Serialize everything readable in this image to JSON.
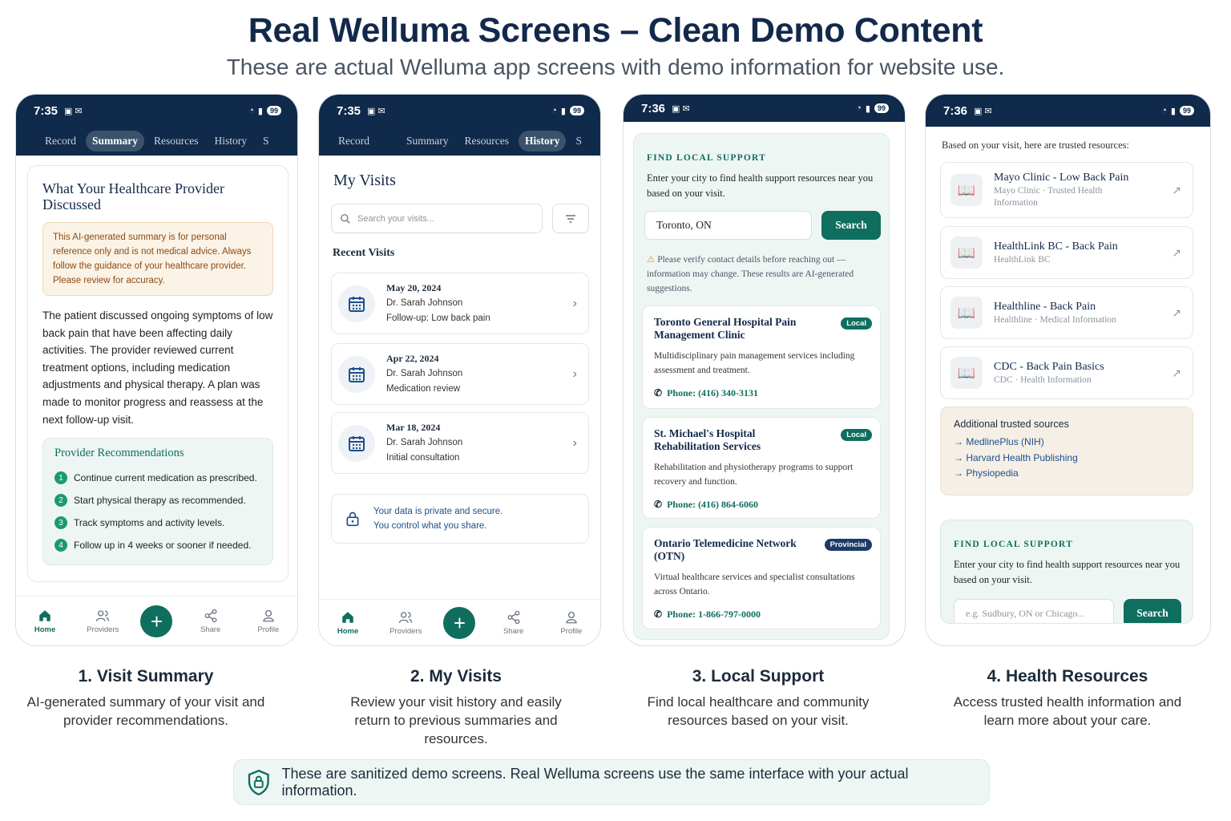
{
  "header": {
    "title": "Real Welluma Screens – Clean Demo Content",
    "subtitle": "These are actual Welluma app screens with demo information for website use."
  },
  "colors": {
    "navy": "#0f2a4a",
    "teal": "#0f6e5e",
    "accent_green": "#1c9a6e"
  },
  "phone1": {
    "time": "7:35",
    "battery": "99",
    "tabs": [
      "Record",
      "Summary",
      "Resources",
      "History",
      "S"
    ],
    "active_tab": "Summary",
    "card_title": "What Your Healthcare Provider Discussed",
    "disclaimer": "This AI-generated summary is for personal reference only and is not medical advice. Always follow the guidance of your healthcare provider. Please review for accuracy.",
    "summary": "The patient discussed ongoing symptoms of low back pain that have been affecting daily activities. The provider reviewed current treatment options, including medication adjustments and physical therapy. A plan was made to monitor progress and reassess at the next follow-up visit.",
    "recs_title": "Provider Recommendations",
    "recommendations": [
      "Continue current medication as prescribed.",
      "Start physical therapy as recommended.",
      "Track symptoms and activity levels.",
      "Follow up in 4 weeks or sooner if needed."
    ]
  },
  "nav": {
    "home": "Home",
    "providers": "Providers",
    "share": "Share",
    "profile": "Profile",
    "add": "+"
  },
  "phone2": {
    "time": "7:35",
    "battery": "99",
    "tabs": [
      "Record",
      "Summary",
      "Resources",
      "History",
      "S"
    ],
    "active_tab": "History",
    "title": "My Visits",
    "search_placeholder": "Search your visits...",
    "recent_label": "Recent Visits",
    "visits": [
      {
        "date": "May 20, 2024",
        "doctor": "Dr. Sarah Johnson",
        "reason": "Follow-up: Low back pain"
      },
      {
        "date": "Apr 22, 2024",
        "doctor": "Dr. Sarah Johnson",
        "reason": "Medication review"
      },
      {
        "date": "Mar 18, 2024",
        "doctor": "Dr. Sarah Johnson",
        "reason": "Initial consultation"
      }
    ],
    "privacy_line1": "Your data is private and secure.",
    "privacy_line2": "You control what you share."
  },
  "phone3": {
    "time": "7:36",
    "battery": "99",
    "section_label": "FIND LOCAL SUPPORT",
    "section_desc": "Enter your city to find health support resources near you based on your visit.",
    "city_value": "Toronto, ON",
    "search_label": "Search",
    "verify_note": "Please verify contact details before reaching out — information may change. These results are AI-generated suggestions.",
    "locations": [
      {
        "name": "Toronto General Hospital Pain Management Clinic",
        "badge": "Local",
        "desc": "Multidisciplinary pain management services including assessment and treatment.",
        "phone": "Phone: (416) 340-3131"
      },
      {
        "name": "St. Michael's Hospital Rehabilitation Services",
        "badge": "Local",
        "desc": "Rehabilitation and physiotherapy programs to support recovery and function.",
        "phone": "Phone: (416) 864-6060"
      },
      {
        "name": "Ontario Telemedicine Network (OTN)",
        "badge": "Provincial",
        "desc": "Virtual healthcare services and specialist consultations across Ontario.",
        "phone": "Phone: 1-866-797-0000"
      }
    ]
  },
  "phone4": {
    "time": "7:36",
    "battery": "99",
    "intro": "Based on your visit, here are trusted resources:",
    "resources": [
      {
        "name": "Mayo Clinic - Low Back Pain",
        "sub": "Mayo Clinic · Trusted Health Information"
      },
      {
        "name": "HealthLink BC - Back Pain",
        "sub": "HealthLink BC"
      },
      {
        "name": "Healthline - Back Pain",
        "sub": "Healthline · Medical Information"
      },
      {
        "name": "CDC - Back Pain Basics",
        "sub": "CDC · Health Information"
      }
    ],
    "additional_title": "Additional trusted sources",
    "additional_links": [
      "→ MedlinePlus (NIH)",
      "→ Harvard Health Publishing",
      "→ Physiopedia"
    ],
    "section_label": "FIND LOCAL SUPPORT",
    "section_desc": "Enter your city to find health support resources near you based on your visit.",
    "city_placeholder": "e.g. Sudbury, ON or Chicago...",
    "search_label": "Search"
  },
  "captions": [
    {
      "title": "1. Visit Summary",
      "desc": "AI-generated summary of your visit and provider recommendations."
    },
    {
      "title": "2. My Visits",
      "desc": "Review your visit history and easily return to previous summaries and resources."
    },
    {
      "title": "3. Local Support",
      "desc": "Find local healthcare and community resources based on your visit."
    },
    {
      "title": "4. Health Resources",
      "desc": "Access trusted health information and learn more about your care."
    }
  ],
  "footer": {
    "text": "These are sanitized demo screens. Real Welluma screens use the same interface with your actual information."
  }
}
